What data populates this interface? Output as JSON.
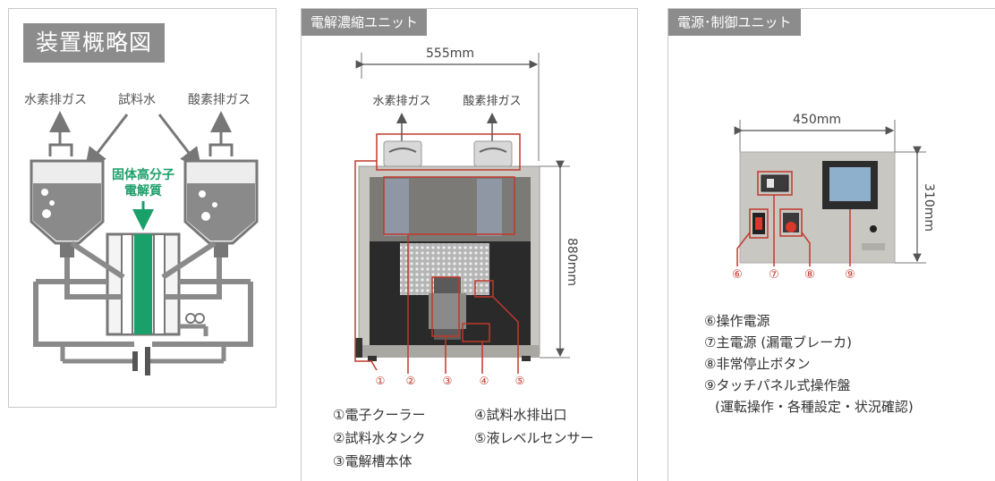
{
  "overview": {
    "title": "装置概略図",
    "hydrogen_gas": "水素排ガス",
    "sample_water": "試料水",
    "oxygen_gas": "酸素排ガス",
    "electrolyte_line1": "固体高分子",
    "electrolyte_line2": "電解質",
    "accent_color": "#1aa06a"
  },
  "electrolysis_unit": {
    "tag": "電解濃縮ユニット",
    "width_dim": "555mm",
    "height_dim": "880mm",
    "hydrogen_gas": "水素排ガス",
    "oxygen_gas": "酸素排ガス",
    "callout_numbers": [
      "①",
      "②",
      "③",
      "④",
      "⑤"
    ],
    "legend": [
      "①電子クーラー",
      "②試料水タンク",
      "③電解槽本体",
      "④試料水排出口",
      "⑤液レベルセンサー"
    ],
    "highlight_color": "#c0392b"
  },
  "power_unit": {
    "tag": "電源･制御ユニット",
    "width_dim": "450mm",
    "height_dim": "310mm",
    "callout_numbers": [
      "⑥",
      "⑦",
      "⑧",
      "⑨"
    ],
    "legend": [
      "⑥操作電源",
      "⑦主電源 (漏電ブレーカ)",
      "⑧非常停止ボタン",
      "⑨タッチパネル式操作盤",
      "(運転操作・各種設定・状況確認)"
    ]
  }
}
